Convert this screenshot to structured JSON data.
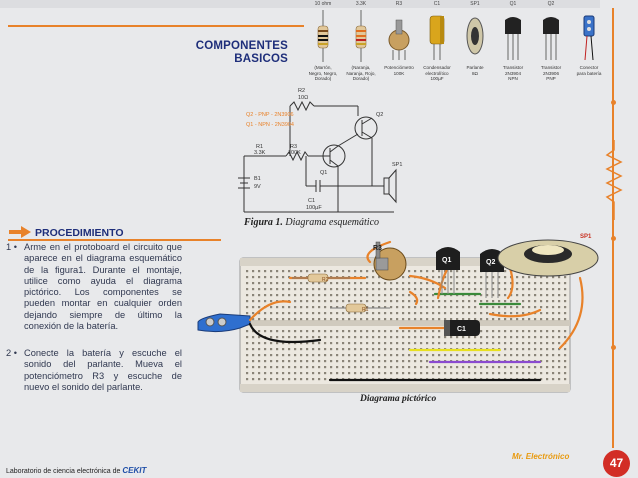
{
  "header": {
    "line1": "COMPONENTES",
    "line2": "BASICOS"
  },
  "components": [
    {
      "label": "10 ohm",
      "caption": [
        "(Marrón,",
        "Negro, Negro,",
        "Dorado)"
      ]
    },
    {
      "label": "3.3K",
      "caption": [
        "(Naranja,",
        "Naranja, Rojo,",
        "Dorado)"
      ]
    },
    {
      "label": "R3",
      "caption": [
        "Potenciómetro",
        "100K"
      ]
    },
    {
      "label": "C1",
      "caption": [
        "Condensador",
        "electrolítico",
        "100µF"
      ]
    },
    {
      "label": "SP1",
      "caption": [
        "Parlante",
        "8Ω"
      ]
    },
    {
      "label": "Q1",
      "caption": [
        "Transistor",
        "2N3904",
        "NPN"
      ]
    },
    {
      "label": "Q2",
      "caption": [
        "Transistor",
        "2N3906",
        "PNP"
      ]
    },
    {
      "label": "",
      "caption": [
        "Conector",
        "para batería"
      ]
    }
  ],
  "schematic": {
    "q2_note": "Q2 - PNP - 2N3906",
    "q1_note": "Q1 - NPN - 2N3904",
    "r2": "R2",
    "r2_val": "10Ω",
    "r1": "R1",
    "r1_val": "3.3K",
    "r3": "R3",
    "r3_val": "100K",
    "q1": "Q1",
    "q2": "Q2",
    "b1": "B1",
    "b1_val": "9V",
    "c1": "C1",
    "c1_val": "100µF",
    "sp1": "SP1"
  },
  "figure_caption": {
    "bold": "Figura 1.",
    "rest": " Diagrama esquemático"
  },
  "procedure": {
    "title": "PROCEDIMIENTO",
    "step1_num": "1 •",
    "step1": "Arme en el protoboard el circuito que aparece en el diagrama esquemático de la figura1. Durante el montaje, utilice como ayuda el diagrama pictórico. Los componentes se pueden montar en cualquier orden dejando siempre de último la conexión de la batería.",
    "step2_num": "2 •",
    "step2": "Conecte la batería y escuche el sonido del parlante. Mueva el potenciómetro R3 y escuche de nuevo el sonido del parlante."
  },
  "pictorial": {
    "caption": "Diagrama pictórico",
    "r3": "R3",
    "q1": "Q1",
    "q2": "Q2",
    "c1": "C1",
    "r1": "R1",
    "r2": "R2",
    "sp1": "SP1"
  },
  "footer": {
    "text": "Laboratorio de ciencia electrónica de ",
    "brand": "CEKIT"
  },
  "mascot": "Mr. Electrónico",
  "page_number": "47",
  "colors": {
    "accent_orange": "#e8822a",
    "title_blue": "#1e2e7a",
    "page_red": "#d22d25",
    "board": "#ece8e0"
  }
}
